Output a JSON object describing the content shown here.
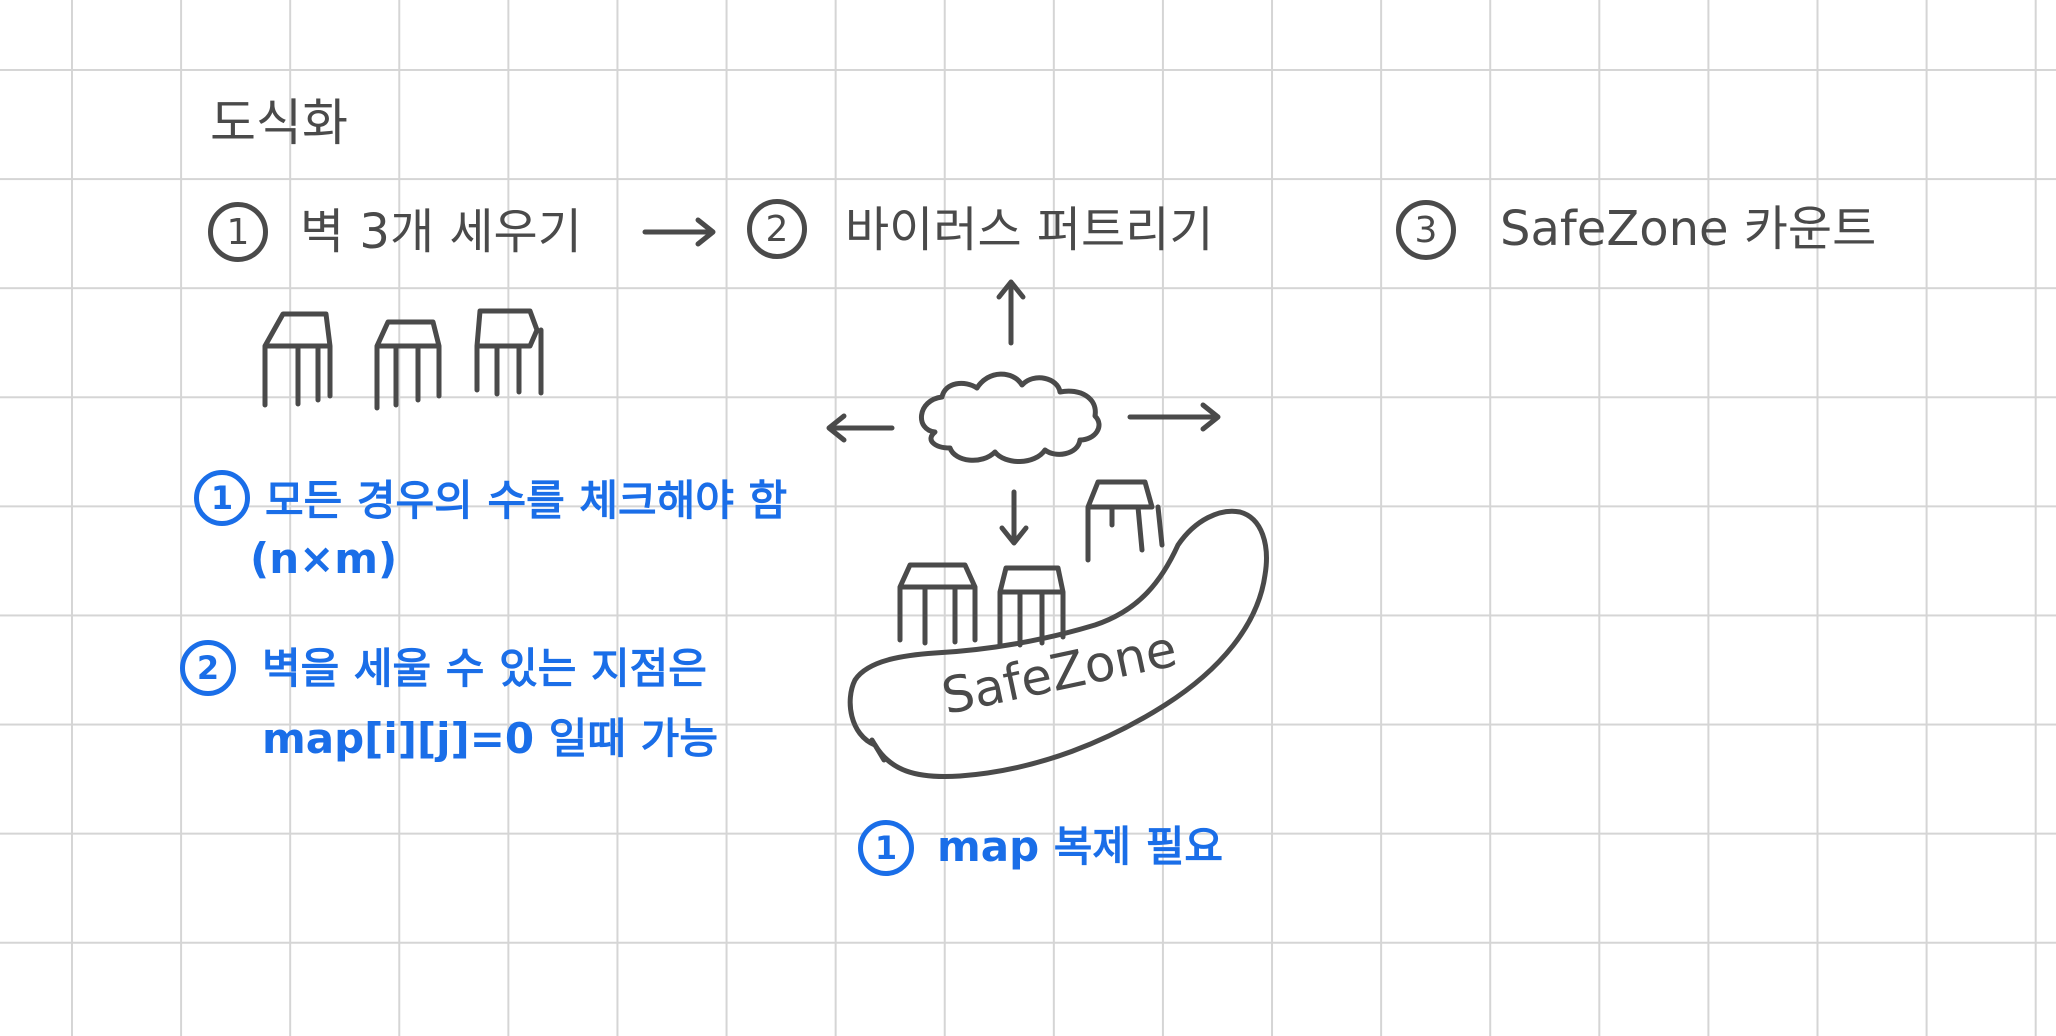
{
  "title": "도식화",
  "steps": [
    {
      "num": "1",
      "label": "벽 3개 세우기"
    },
    {
      "num": "2",
      "label": "바이러스 퍼트리기"
    },
    {
      "num": "3",
      "label": "SafeZone 카운트"
    }
  ],
  "notes_step1": [
    {
      "num": "1",
      "line1": "모든 경우의 수를 체크해야 함",
      "line2": "(n×m)"
    },
    {
      "num": "2",
      "line1": "벽을 세울 수 있는 지점은",
      "line2": "map[i][j]=0 일때 가능"
    }
  ],
  "notes_step2": [
    {
      "num": "1",
      "line1": "map 복제 필요"
    }
  ],
  "diagram": {
    "zone_label": "SafeZone"
  },
  "colors": {
    "ink": "#4a4a4a",
    "annotation": "#1a6ee8",
    "grid": "#d5d5d5",
    "background": "#ffffff"
  }
}
